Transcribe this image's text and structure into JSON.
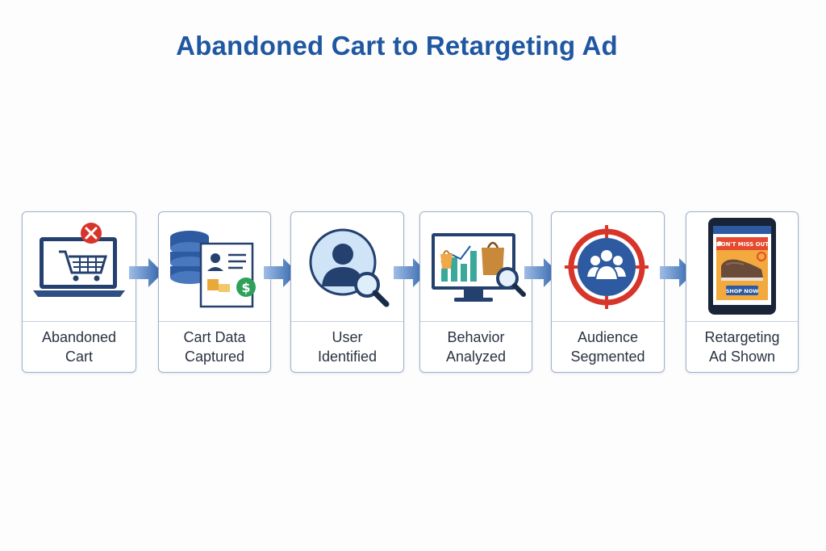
{
  "title": "Abandoned Cart to Retargeting Ad",
  "steps": [
    {
      "line1": "Abandoned",
      "line2": "Cart",
      "icon": "abandoned-cart-laptop-icon"
    },
    {
      "line1": "Cart Data",
      "line2": "Captured",
      "icon": "database-card-icon"
    },
    {
      "line1": "User",
      "line2": "Identified",
      "icon": "user-magnifier-icon"
    },
    {
      "line1": "Behavior",
      "line2": "Analyzed",
      "icon": "analytics-monitor-icon"
    },
    {
      "line1": "Audience",
      "line2": "Segmented",
      "icon": "audience-target-icon"
    },
    {
      "line1": "Retargeting",
      "line2": "Ad Shown",
      "icon": "tablet-ad-icon"
    }
  ],
  "ad": {
    "headline": "DON'T MISS OUT!",
    "button": "SHOP NOW"
  },
  "colors": {
    "title": "#1f57a0",
    "arrow": "#2e62aa",
    "alert": "#d8352a",
    "money": "#2ea05a"
  }
}
